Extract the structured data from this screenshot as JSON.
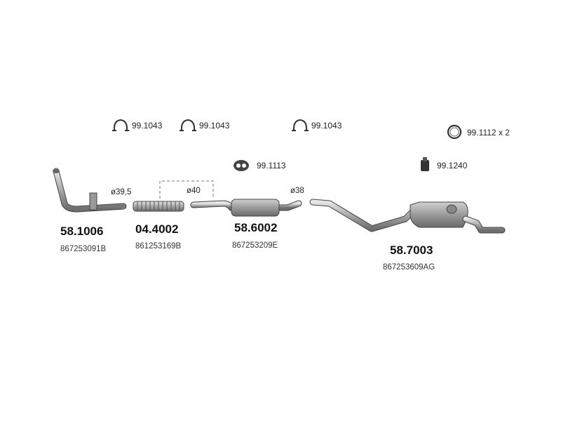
{
  "accessories": {
    "clamp_1": "99.1043",
    "clamp_2": "99.1043",
    "clamp_3": "99.1043",
    "ring": "99.1112",
    "ring_qty": "x 2",
    "hanger": "99.1113",
    "rubber_mount": "99.1240"
  },
  "diameters": {
    "d1": "ø39,5",
    "d2": "ø40",
    "d3": "ø38"
  },
  "parts": [
    {
      "part_no": "58.1006",
      "oem_no": "867253091B"
    },
    {
      "part_no": "04.4002",
      "oem_no": "861253169B"
    },
    {
      "part_no": "58.6002",
      "oem_no": "867253209E"
    },
    {
      "part_no": "58.7003",
      "oem_no": "867253609AG"
    }
  ],
  "colors": {
    "part_gray": "#9a9a9a",
    "part_dark": "#555555",
    "outline": "#333333"
  }
}
